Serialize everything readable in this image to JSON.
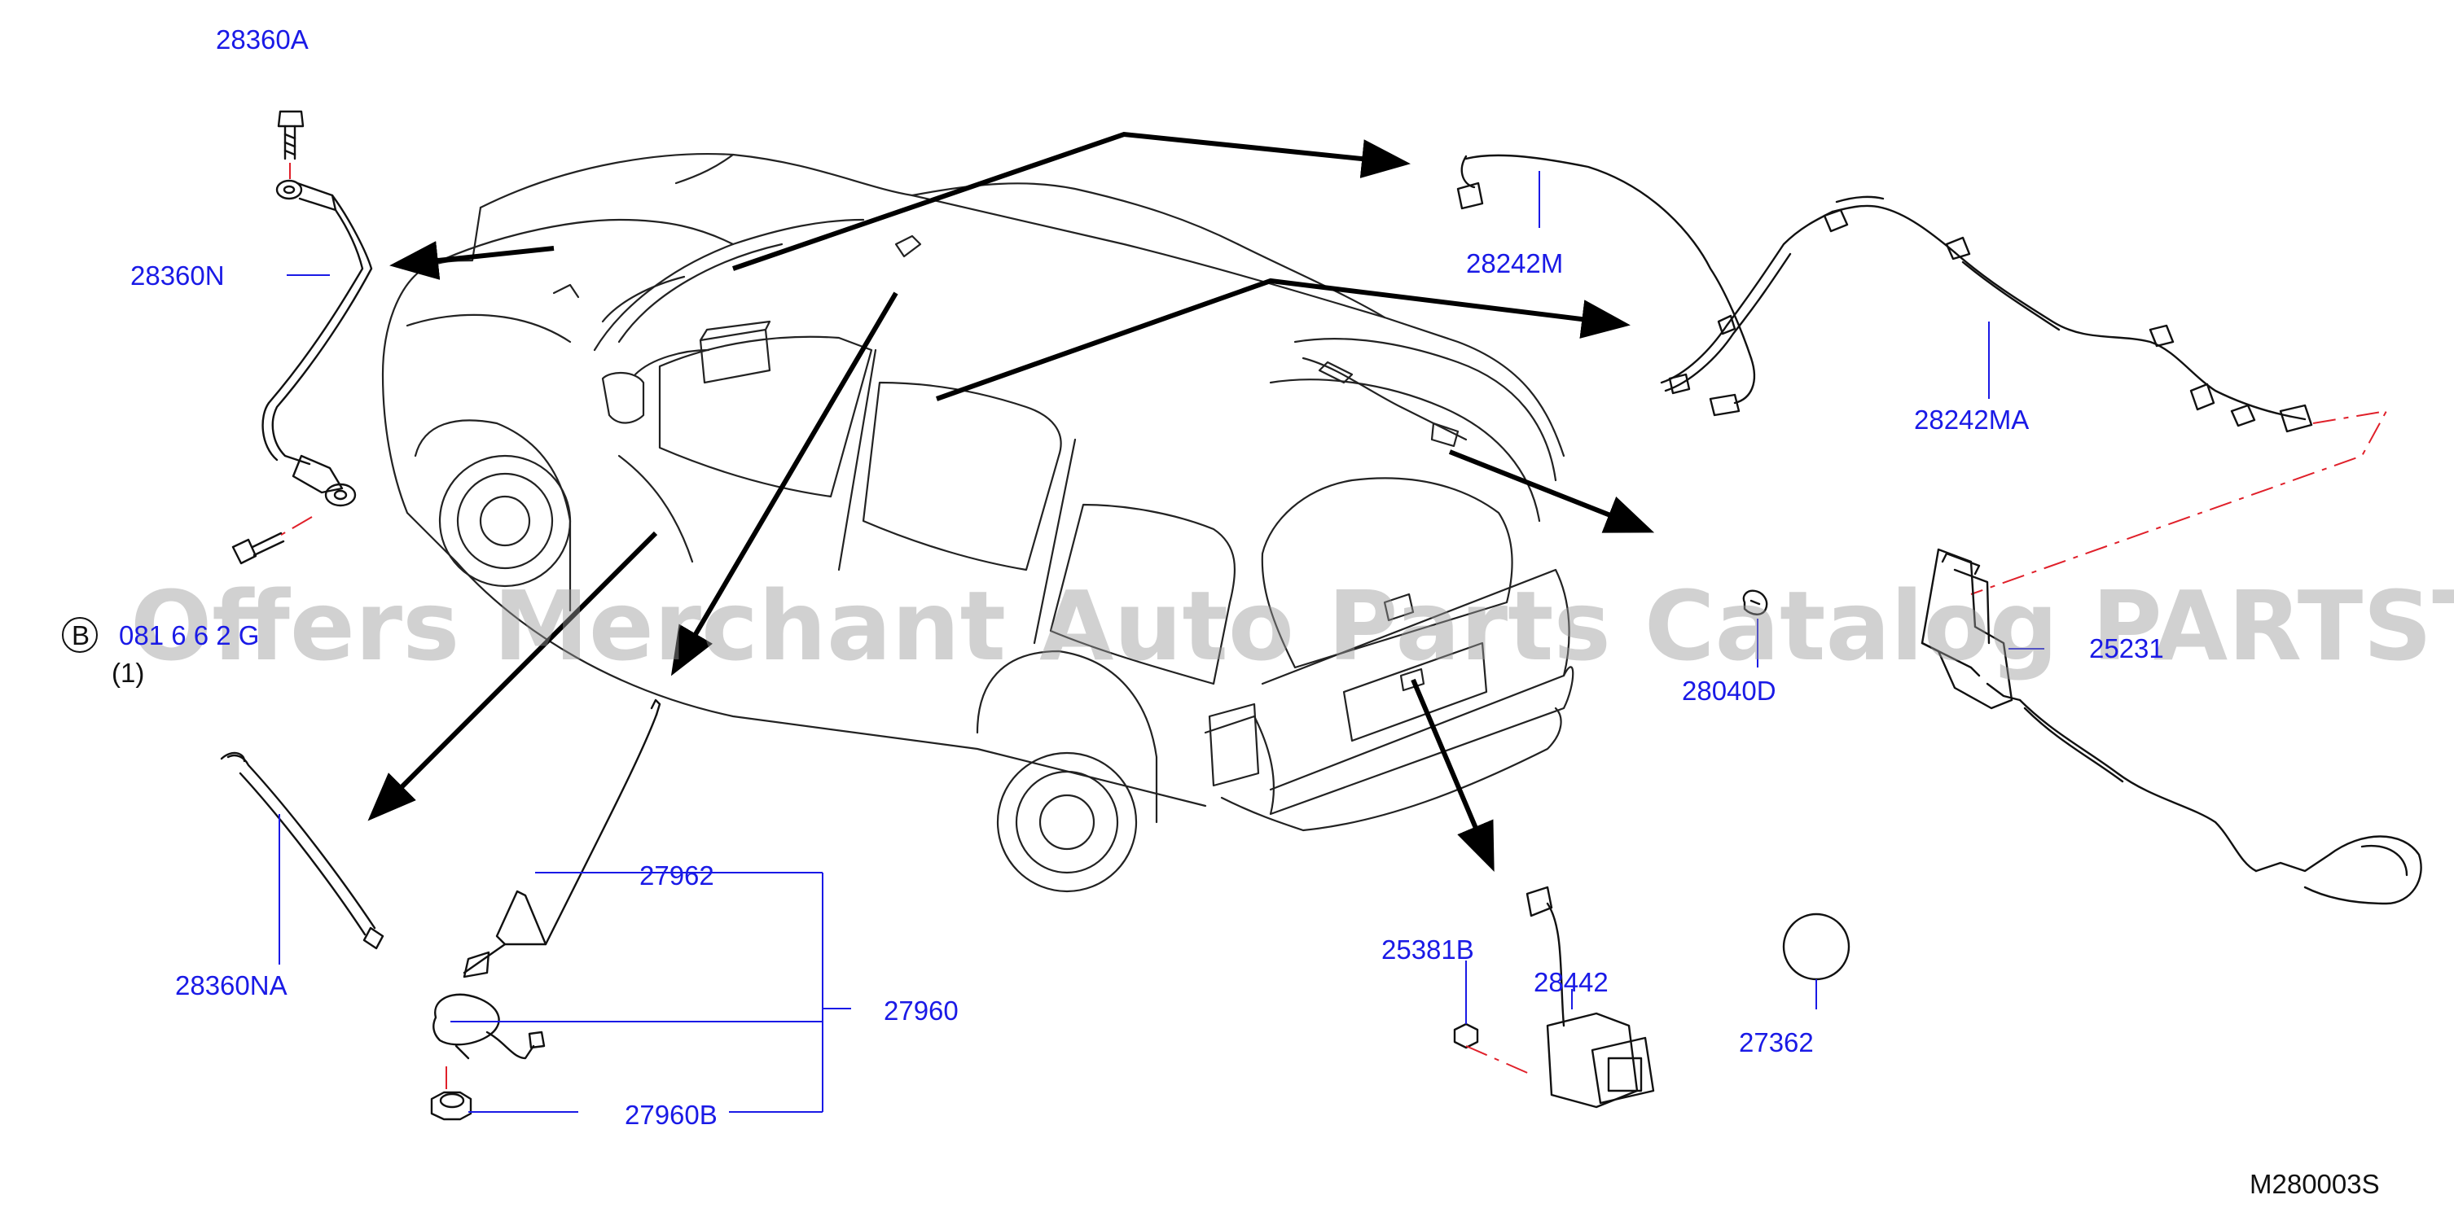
{
  "diagram_code": "M280003S",
  "watermark": "Offers Merchant Auto Parts Catalog PARTSTORE.SA",
  "parts": {
    "p28360A": "28360A",
    "p28360N": "28360N",
    "p28360NA": "28360NA",
    "p08116": "081 6 6 2 G",
    "p08116_qty": "(1)",
    "p08116_badge": "B",
    "p28242M": "28242M",
    "p28242MA": "28242MA",
    "p28040D": "28040D",
    "p25231": "25231",
    "p27962": "27962",
    "p27960": "27960",
    "p27960B": "27960B",
    "p25381B": "25381B",
    "p28442": "28442",
    "p27362": "27362"
  }
}
